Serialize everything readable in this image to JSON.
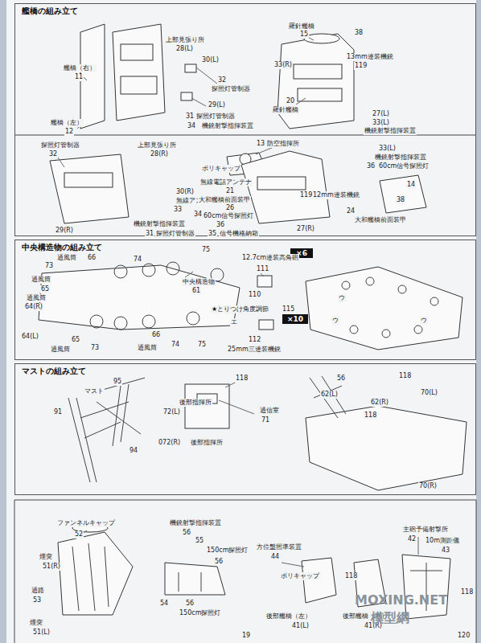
{
  "diagram": {
    "nodes": [
      {
        "text": [
          "艦橋の組み立て"
        ]
      },
      {
        "text": [
          "中央構造物の組み立て"
        ]
      },
      {
        "text": [
          "マストの組み立て"
        ]
      },
      {
        "text": [
          "×6"
        ],
        "in": 1
      },
      {
        "text": [
          "×10"
        ],
        "in": 1
      }
    ],
    "labels": [
      "上部見張り所",
      "28(L)",
      "30(L)",
      "艦橋（右）",
      "11",
      "32",
      "探照灯管制器",
      "29(L)",
      "31",
      "探照灯管制器",
      "34",
      "機銃射撃指揮装置",
      "艦橋（左）",
      "12",
      "羅針艦橋",
      "15",
      "38",
      "33(R)",
      "13mm連装機銃",
      "119",
      "20",
      "羅針艦橋",
      "27(L)",
      "33(L)",
      "機銃射撃指揮装置",
      "探照灯管制器",
      "32",
      "上部見張り所",
      "28(R)",
      "30(R)",
      "無線アンテナ",
      "33",
      "34",
      "機銃射撃指揮装置",
      "31",
      "探照灯管制器",
      "29(R)",
      "13 防空指揮所",
      "ポリキャップ",
      "無線電話アンテナ",
      "21",
      "大和艦橋前面装甲",
      "26",
      "60cm信号探照灯",
      "36",
      "35",
      "信号機格納箱",
      "119",
      "12mm連装機銃",
      "27(R)",
      "33(L)",
      "機銃射撃指揮装置",
      "36",
      "60cm信号探照灯",
      "14",
      "38",
      "24",
      "大和艦橋前面装甲",
      "73",
      "通風筒",
      "66",
      "74",
      "75",
      "中央構造物",
      "61",
      "通風筒",
      "65",
      "通風筒",
      "64(R)",
      "64(L)",
      "65",
      "通風筒",
      "73",
      "66",
      "通風筒",
      "74",
      "75",
      "12.7cm連装高角砲",
      "111",
      "110",
      "★とりつけ角度調節",
      "115",
      "エ",
      "112",
      "25mm三連装機銃",
      "ウ",
      "ウ",
      "ウ",
      "マスト",
      "95",
      "91",
      "94",
      "118",
      "後部指揮所",
      "72(L)",
      "通信室",
      "71",
      "072(R)",
      "後部指揮所",
      "56",
      "118",
      "62(L)",
      "62(R)",
      "70(L)",
      "118",
      "70(R)",
      "ファンネルキャップ",
      "52",
      "煙突",
      "51(R)",
      "通路",
      "53",
      "煙突",
      "51(L)",
      "機銃射撃指揮装置",
      "56",
      "55",
      "150cm探照灯",
      "56",
      "54",
      "56",
      "150cm探照灯",
      "方位盤照準装置",
      "44",
      "ポリキャップ",
      "後部艦橋（左）",
      "41(L)",
      "後部艦橋（右）",
      "41(R)",
      "主砲予備射撃所",
      "42",
      "10m測距儀",
      "43",
      "118",
      "118",
      "19",
      "120",
      "MOXING.NET",
      "模型網"
    ]
  }
}
